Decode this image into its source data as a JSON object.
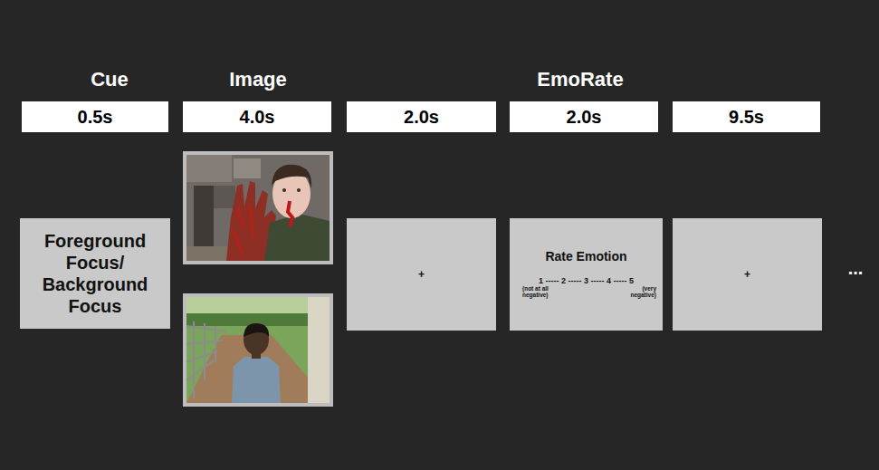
{
  "diagram": {
    "nodes": [
      {
        "text": [
          "0.5s"
        ]
      },
      {
        "text": [
          "4.0s"
        ]
      },
      {
        "text": [
          "2.0s"
        ]
      },
      {
        "text": [
          "2.0s"
        ]
      },
      {
        "text": [
          "9.5s"
        ]
      },
      {
        "text": [
          "Foreground Focus/ Background Focus"
        ]
      },
      {
        "text": [
          "+"
        ]
      },
      {
        "text": [
          "Rate Emotion",
          "1 ----- 2 ----- 3 ----- 4 ----- 5",
          "(not at all negative)",
          "(very negative)"
        ]
      },
      {
        "text": [
          "+"
        ]
      }
    ],
    "labels": [
      "Cue",
      "Image",
      "EmoRate",
      "..."
    ]
  }
}
